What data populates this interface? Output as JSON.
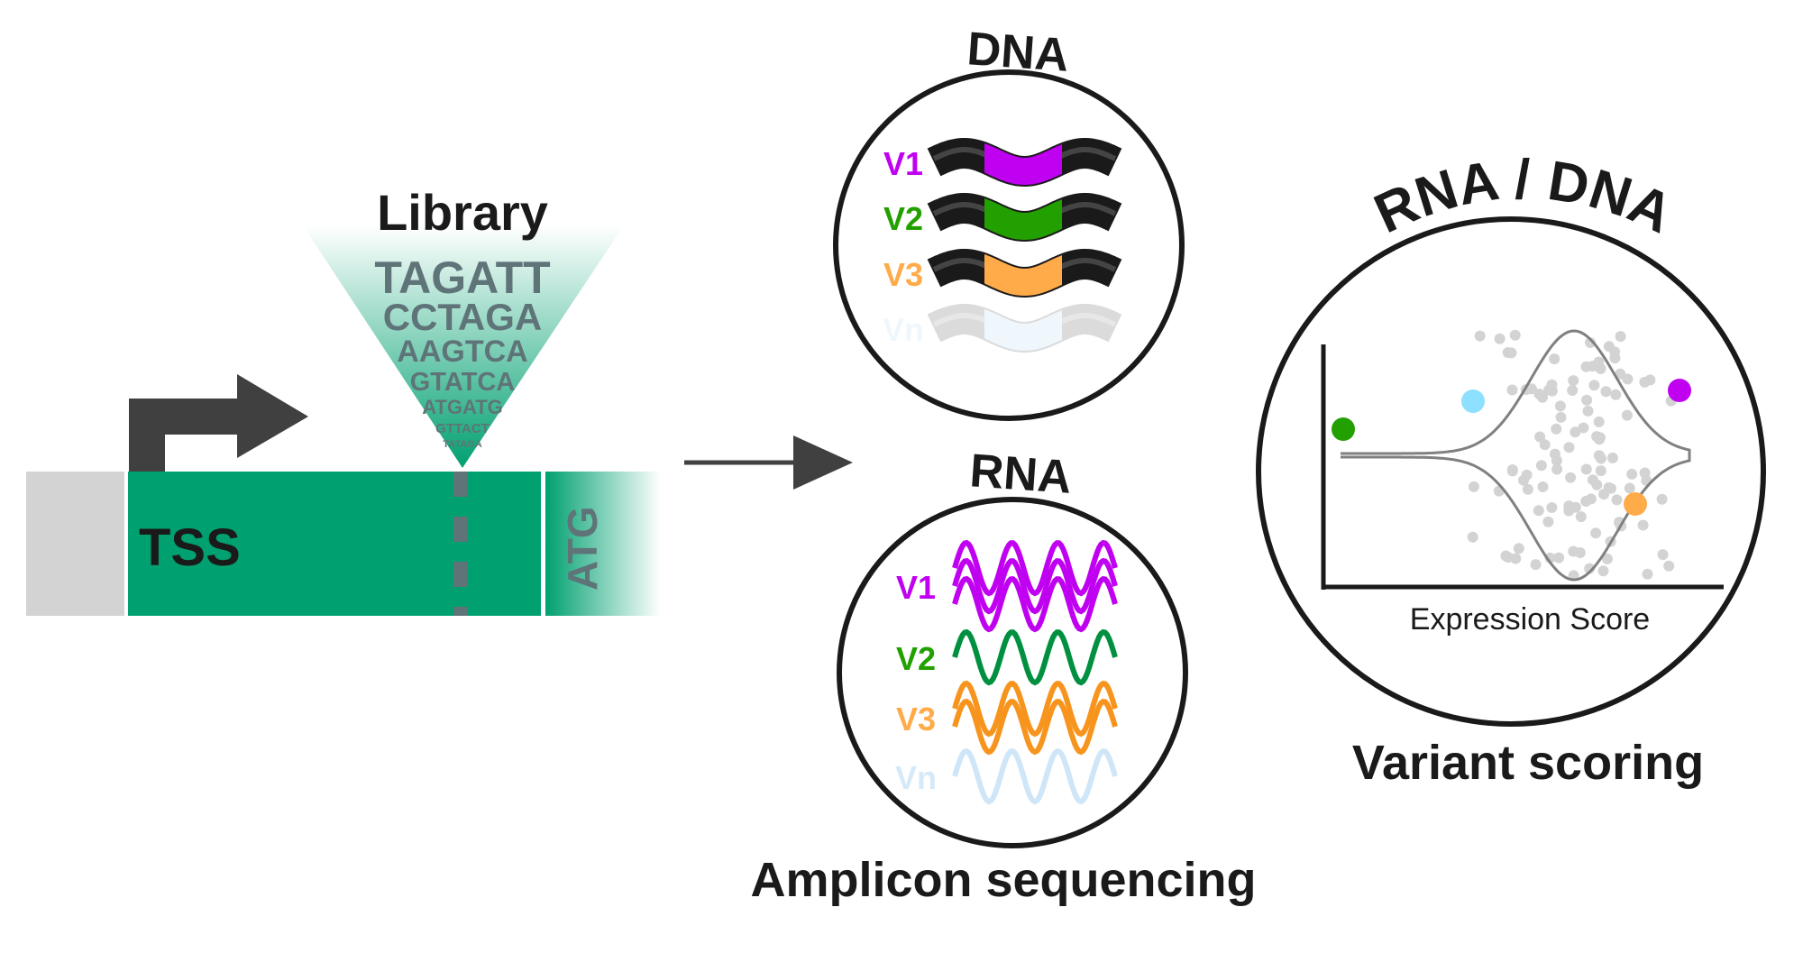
{
  "promoter": {
    "tss_label": "TSS",
    "atg_label": "ATG",
    "library_title": "Library",
    "library_sequences": [
      "TAGATT",
      "CCTAGA",
      "AAGTCA",
      "GTATCA",
      "ATGATG",
      "GTTACT",
      "TATAGA"
    ]
  },
  "amplicon": {
    "dna_title": "DNA",
    "rna_title": "RNA",
    "caption": "Amplicon sequencing",
    "variants": [
      {
        "label": "V1",
        "color": "#c000f0",
        "rna_color": "#c000f0",
        "rna_copies": 3
      },
      {
        "label": "V2",
        "color": "#22a000",
        "rna_color": "#009040",
        "rna_copies": 1
      },
      {
        "label": "V3",
        "color": "#ffab4a",
        "rna_color": "#f7941d",
        "rna_copies": 2
      },
      {
        "label": "Vn",
        "color": "#d6e9f8",
        "rna_color": "#cfe6f8",
        "rna_copies": 1
      }
    ]
  },
  "scoring": {
    "title": "RNA / DNA",
    "xlabel": "Expression Score",
    "caption": "Variant scoring",
    "highlight_colors": {
      "green": "#22a000",
      "light_blue": "#8de0ff",
      "purple": "#c000f0",
      "orange": "#ffab4a"
    }
  },
  "colors": {
    "promoter_green": "#00a070",
    "dark_gray": "#404040",
    "seq_gray": "#5f7478"
  }
}
